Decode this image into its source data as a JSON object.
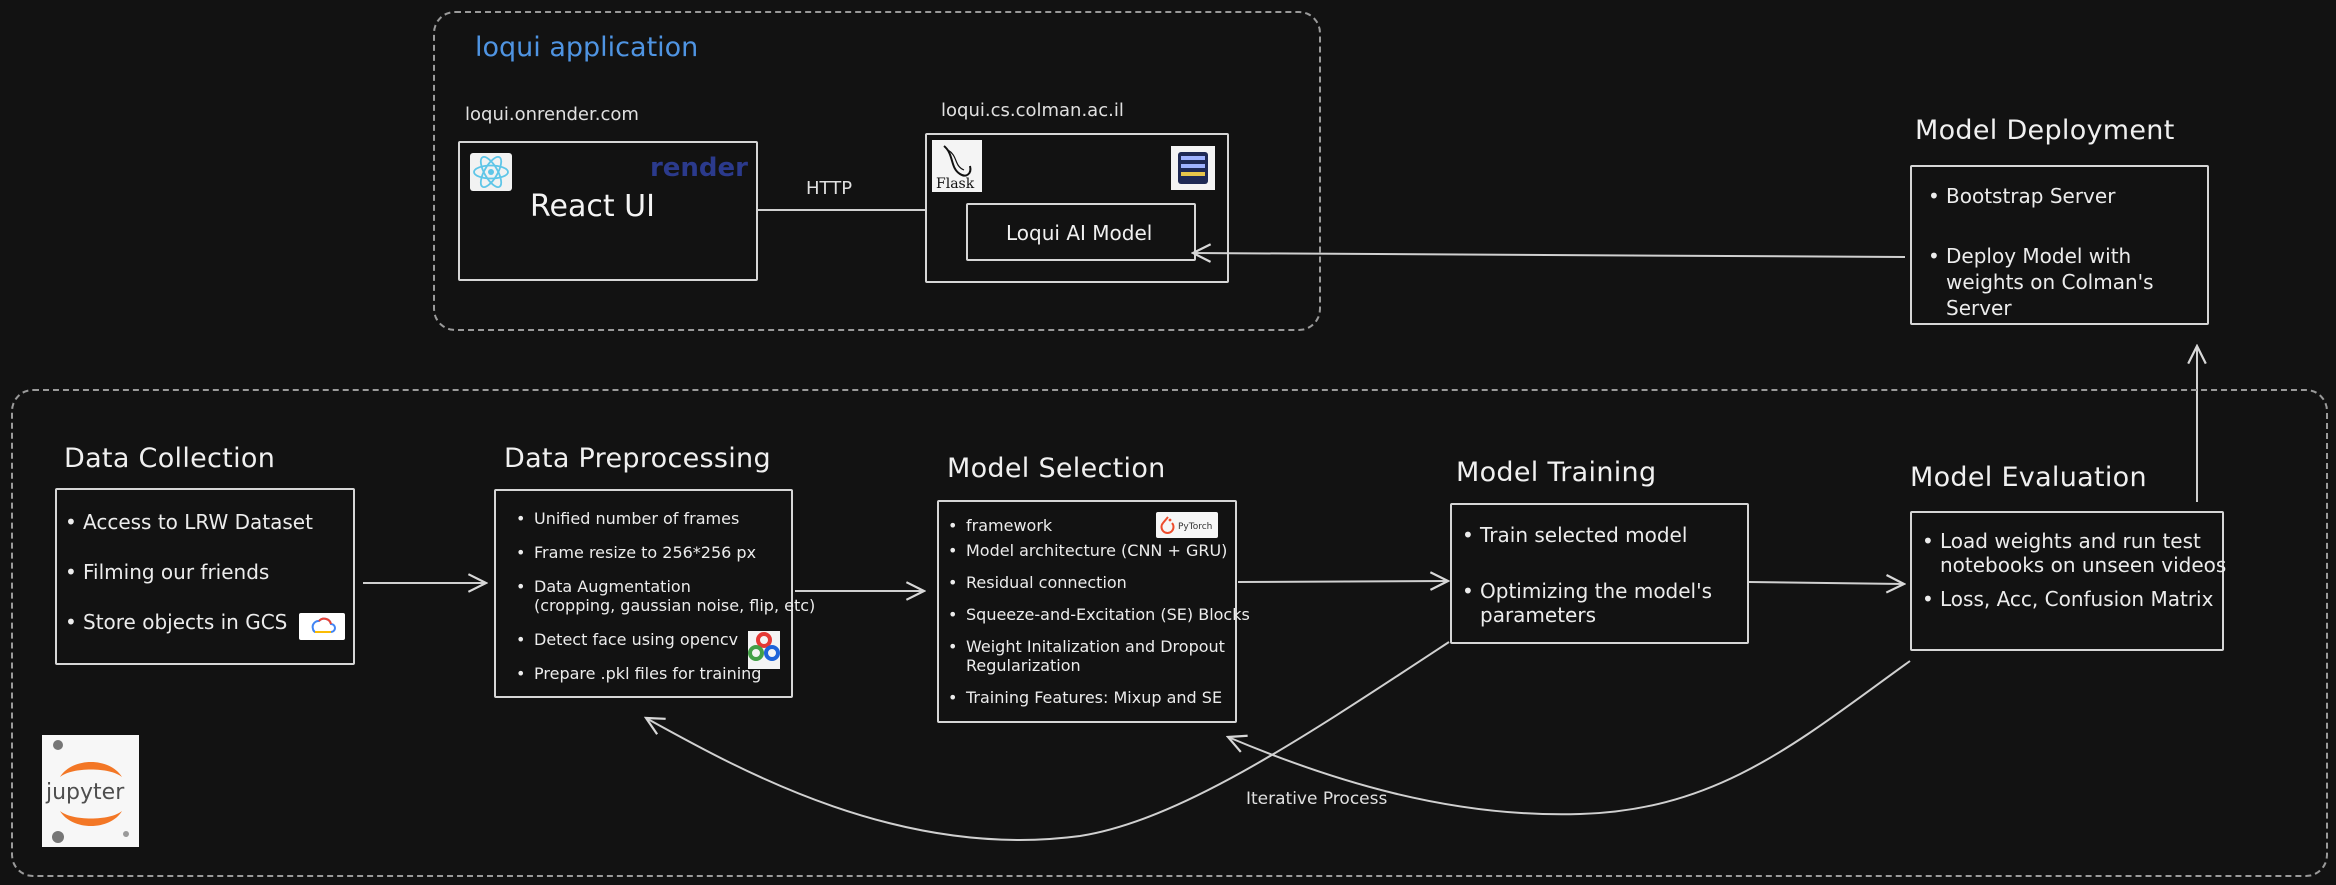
{
  "app_region": {
    "title": "loqui application",
    "frontend": {
      "host": "loqui.onrender.com",
      "label": "React UI",
      "brand": "render"
    },
    "backend": {
      "host": "loqui.cs.colman.ac.il",
      "framework_logo": "Flask",
      "model_label": "Loqui AI Model"
    },
    "http_label": "HTTP"
  },
  "deployment": {
    "title": "Model Deployment",
    "items": [
      "Bootstrap Server",
      "Deploy Model with weights on Colman's Server"
    ]
  },
  "pipeline": {
    "data_collection": {
      "title": "Data Collection",
      "items": [
        "Access to LRW Dataset",
        "Filming our friends",
        "Store objects in GCS"
      ]
    },
    "data_preprocessing": {
      "title": "Data Preprocessing",
      "items": [
        "Unified number of frames",
        "Frame resize to 256*256 px",
        "Data Augmentation",
        "(cropping, gaussian noise, flip, etc)",
        "Detect face using opencv",
        "Prepare .pkl files for training"
      ]
    },
    "model_selection": {
      "title": "Model Selection",
      "items": [
        "framework",
        "Model architecture (CNN + GRU)",
        "Residual connection",
        "Squeeze-and-Excitation (SE) Blocks",
        "Weight Initalization and Dropout",
        "Regularization",
        "Training Features: Mixup and SE"
      ],
      "framework_logo": "PyTorch"
    },
    "model_training": {
      "title": "Model Training",
      "items": [
        "Train selected model",
        "Optimizing the model's",
        "parameters"
      ]
    },
    "model_evaluation": {
      "title": "Model Evaluation",
      "items": [
        "Load weights and run test",
        "notebooks on unseen videos",
        "Loss, Acc, Confusion Matrix"
      ]
    },
    "iterative_label": "Iterative Process",
    "notebook_logo": "jupyter"
  },
  "icons": [
    "react-icon",
    "flask-icon",
    "server-icon",
    "gcs-icon",
    "opencv-icon",
    "pytorch-icon",
    "jupyter-icon"
  ]
}
